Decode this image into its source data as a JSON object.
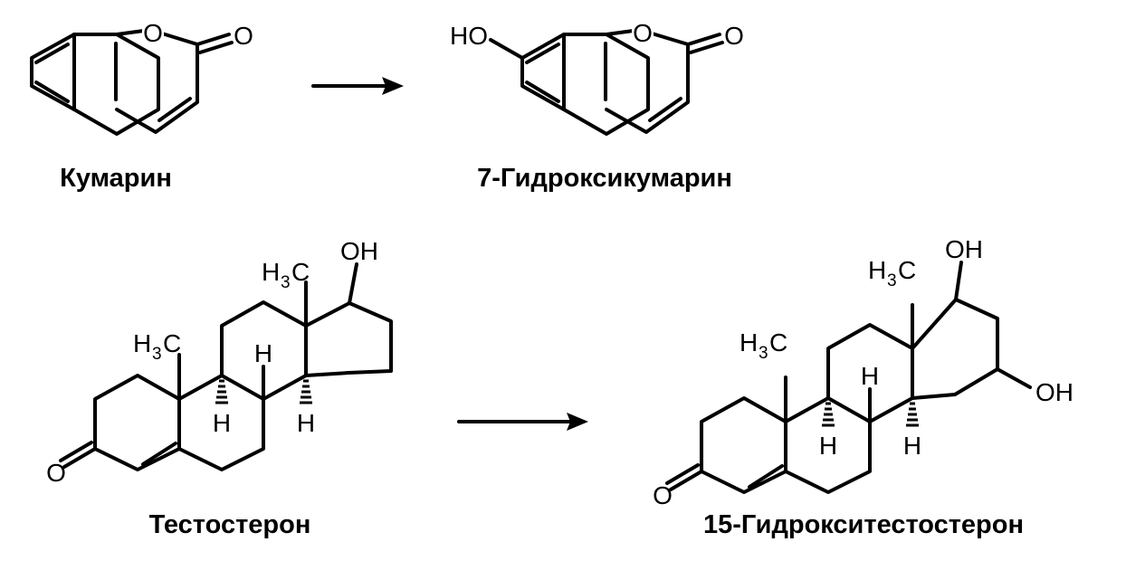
{
  "reaction1": {
    "reactant_name": "Кумарин",
    "product_name": "7-Гидроксикумарин",
    "reactant_atoms": {
      "ring_o": "O",
      "carbonyl_o": "O"
    },
    "product_atoms": {
      "ring_o": "O",
      "carbonyl_o": "O",
      "hydroxyl": "HO"
    }
  },
  "reaction2": {
    "reactant_name": "Тестостерон",
    "product_name": "15-Гидрокситестостерон",
    "reactant_atoms": {
      "oh17": "OH",
      "methyl_h": "H",
      "methyl_sub": "3",
      "methyl_c": "C",
      "keto_o": "O",
      "h_a": "H",
      "h_b": "H",
      "h_c": "H"
    },
    "product_atoms": {
      "oh17": "OH",
      "oh15": "OH",
      "methyl_h": "H",
      "methyl_sub": "3",
      "methyl_c": "C",
      "keto_o": "O",
      "h_a": "H",
      "h_b": "H",
      "h_c": "H"
    }
  }
}
